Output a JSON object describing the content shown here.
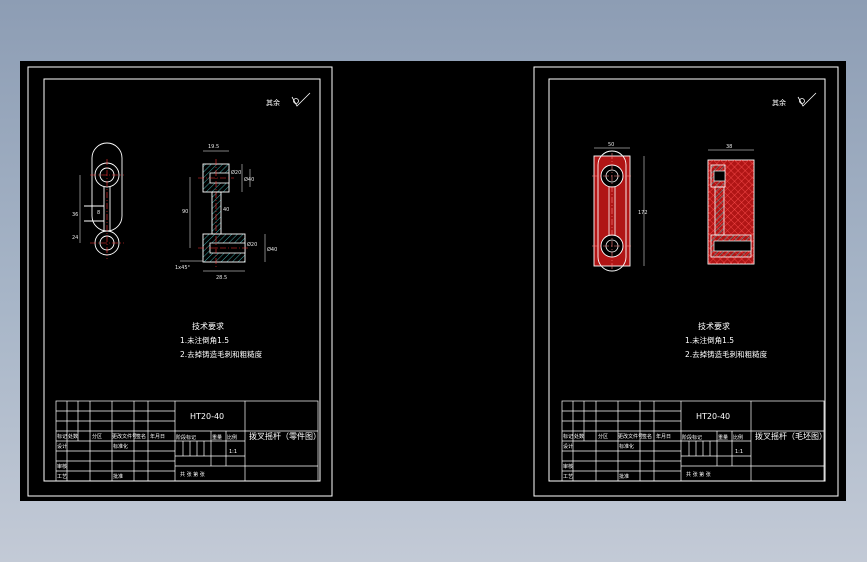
{
  "sheets": [
    {
      "roughness": "其余",
      "tech_title": "技术要求",
      "tech_lines": [
        "1.未注倒角1.5",
        "2.去掉铸造毛刺和粗糙度"
      ],
      "material": "HT20-40",
      "part_name": "拨叉摇杆（零件图）",
      "dims": {
        "top_width": "19.5",
        "hole_top": "Ø20",
        "boss_top": "Ø40",
        "center_dist": "90",
        "rib_width": "8",
        "left_a": "36",
        "left_b": "24",
        "left_c": "40",
        "hole_bottom": "Ø20",
        "boss_bottom": "Ø40",
        "bottom_width": "28.5",
        "chamfer": "1x45°"
      },
      "tb": {
        "mark": "标记",
        "count": "处数",
        "zone": "分区",
        "doc": "更改文件号",
        "sign": "签名",
        "date": "年月日",
        "design": "设计",
        "std": "标准化",
        "stage": "阶段标记",
        "weight": "重量",
        "scale": "比例",
        "review": "审核",
        "process": "工艺",
        "approve": "批准",
        "scale_val": "1:1",
        "sheet": "共 张 第 张"
      }
    },
    {
      "roughness": "其余",
      "tech_title": "技术要求",
      "tech_lines": [
        "1.未注倒角1.5",
        "2.去掉铸造毛刺和粗糙度"
      ],
      "material": "HT20-40",
      "part_name": "拨叉摇杆（毛坯图）",
      "dims": {
        "width": "50",
        "height": "172",
        "side_width": "38"
      },
      "tb": {
        "mark": "标记",
        "count": "处数",
        "zone": "分区",
        "doc": "更改文件号",
        "sign": "签名",
        "date": "年月日",
        "design": "设计",
        "std": "标准化",
        "stage": "阶段标记",
        "weight": "重量",
        "scale": "比例",
        "review": "审核",
        "process": "工艺",
        "approve": "批准",
        "scale_val": "1:1",
        "sheet": "共 张 第 张"
      }
    }
  ],
  "colors": {
    "background": "#000000",
    "lines": "#ffffff",
    "center_line": "#ff3030",
    "hatch": "#3fa6a6",
    "blank_fill": "#b01515",
    "desktop_top": "#8d9db4",
    "desktop_bottom": "#c3cad6"
  }
}
